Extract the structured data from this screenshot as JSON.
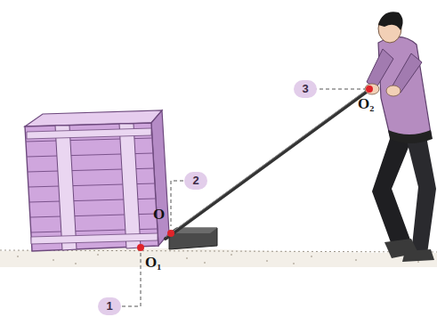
{
  "diagram": {
    "labels": [
      "3",
      "O₂",
      "2",
      "O",
      "O₁",
      "1"
    ]
  }
}
